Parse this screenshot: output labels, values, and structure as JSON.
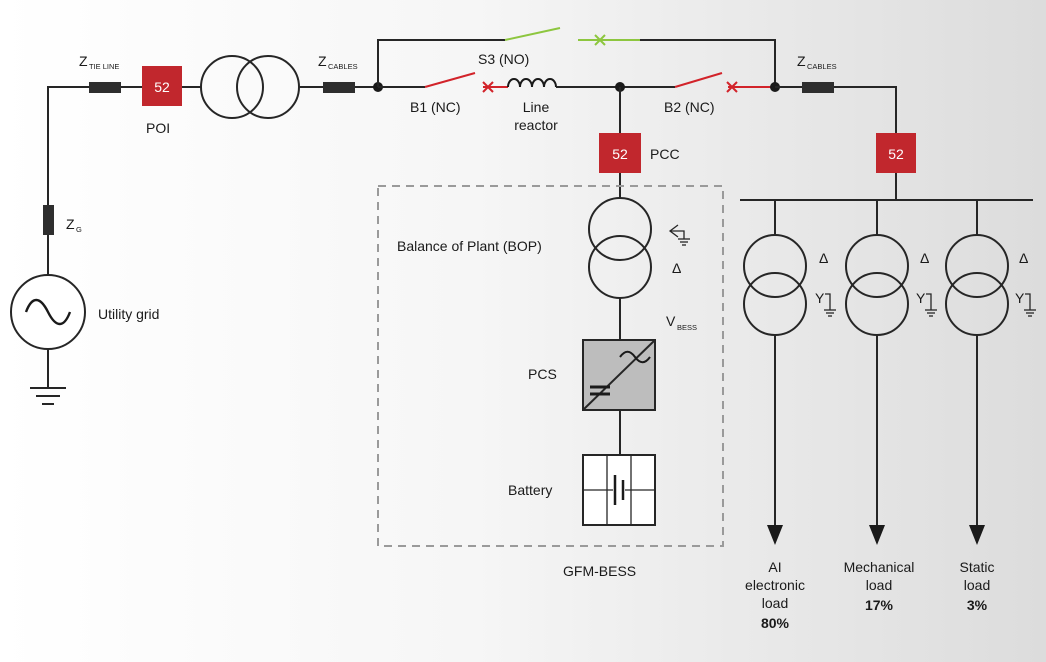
{
  "colors": {
    "breaker_red": "#c1272d",
    "switch_red": "#d2232a",
    "switch_green": "#8dc63f",
    "wire": "#262626",
    "impedance": "#2e2e2e",
    "pcs_fill": "#bdbdbd",
    "bess_border": "#9a9a9a"
  },
  "labels": {
    "z_tie": "Z",
    "z_tie_sub": "TIE LINE",
    "z_cables_1": "Z",
    "z_cables_1_sub": "CABLES",
    "z_cables_2": "Z",
    "z_cables_2_sub": "CABLES",
    "z_g": "Z",
    "z_g_sub": "G",
    "breaker_code": "52",
    "poi": "POI",
    "pcc": "PCC",
    "utility_grid": "Utility grid",
    "s3": "S3 (NO)",
    "b1": "B1 (NC)",
    "b2": "B2 (NC)",
    "line_reactor_1": "Line",
    "line_reactor_2": "reactor",
    "bop": "Balance of Plant (BOP)",
    "v_bess": "V",
    "v_bess_sub": "BESS",
    "pcs": "PCS",
    "battery": "Battery",
    "gfm_bess": "GFM-BESS",
    "delta": "Δ",
    "wye": "Y",
    "wye_arrow": "⊰"
  },
  "loads": [
    {
      "lines": [
        "AI",
        "electronic",
        "load"
      ],
      "pct": "80%"
    },
    {
      "lines": [
        "Mechanical",
        "load"
      ],
      "pct": "17%"
    },
    {
      "lines": [
        "Static",
        "load"
      ],
      "pct": "3%"
    }
  ],
  "icons": [
    "ac-source-icon",
    "ground-icon",
    "transformer-icon",
    "breaker-icon",
    "reactor-icon",
    "inverter-icon",
    "battery-icon",
    "arrow-down-icon"
  ]
}
